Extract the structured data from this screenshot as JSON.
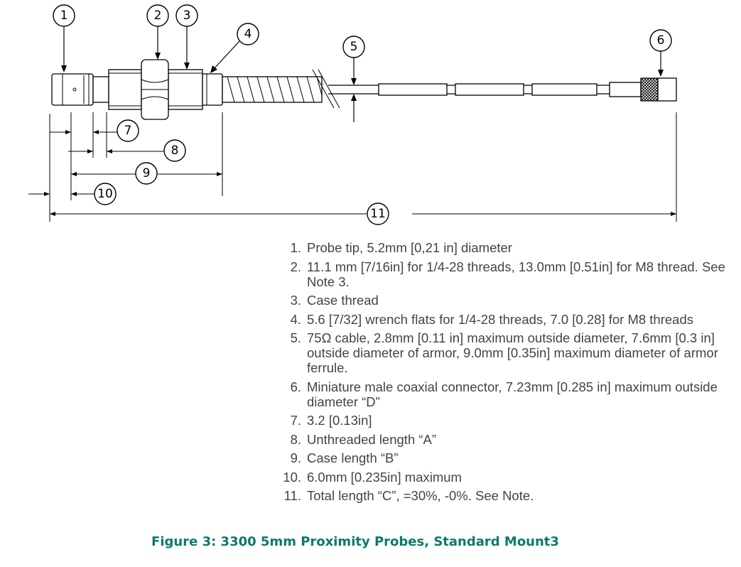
{
  "callouts": {
    "c1": "1",
    "c2": "2",
    "c3": "3",
    "c4": "4",
    "c5": "5",
    "c6": "6",
    "c7": "7",
    "c8": "8",
    "c9": "9",
    "c10": "10",
    "c11": "11"
  },
  "notes": [
    {
      "num": "1.",
      "text": "Probe tip, 5.2mm [0,21 in] diameter"
    },
    {
      "num": "2.",
      "text": "11.1 mm [7/16in] for 1/4-28 threads, 13.0mm [0.51in] for M8 thread. See Note 3."
    },
    {
      "num": "3.",
      "text": "Case thread"
    },
    {
      "num": "4.",
      "text": "5.6 [7/32] wrench flats for 1/4-28 threads, 7.0 [0.28] for M8 threads"
    },
    {
      "num": "5.",
      "text": "75Ω cable, 2.8mm [0.11 in] maximum outside diameter, 7.6mm [0.3 in] outside diameter of armor, 9.0mm [0.35in] maximum diameter of armor ferrule."
    },
    {
      "num": "6.",
      "text": "Miniature male coaxial connector, 7.23mm [0.285 in] maximum outside diameter “D”"
    },
    {
      "num": "7.",
      "text": "3.2 [0.13in]"
    },
    {
      "num": "8.",
      "text": "Unthreaded length “A”"
    },
    {
      "num": "9.",
      "text": "Case length “B”"
    },
    {
      "num": "10.",
      "text": "6.0mm [0.235in] maximum"
    },
    {
      "num": "11.",
      "text": "Total length “C”, =30%, -0%. See Note."
    }
  ],
  "caption": "Figure 3:  3300 5mm Proximity Probes, Standard Mount3",
  "colors": {
    "caption": "#0b7a6a",
    "notes_text": "#444444",
    "lines": "#000000"
  }
}
